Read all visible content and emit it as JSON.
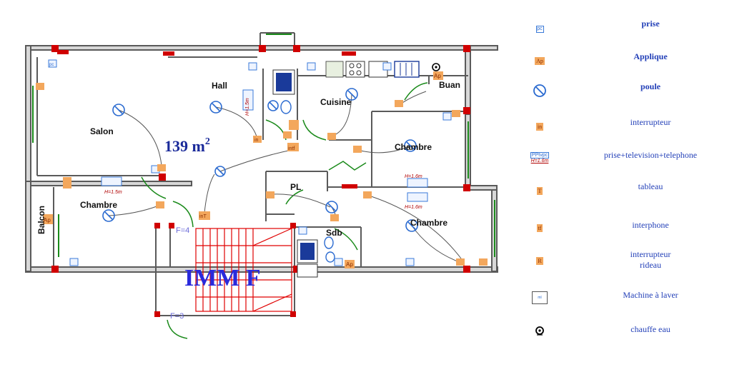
{
  "plan": {
    "rooms": {
      "salon": "Salon",
      "hall": "Hall",
      "cuisine": "Cuisine",
      "buan": "Buan",
      "chambre1": "Chambre",
      "chambre2": "Chambre",
      "chambre3": "Chambre",
      "balcon": "Balcon",
      "pl": "PL",
      "sdb": "Sdb"
    },
    "area": "139 m",
    "area_sup": "2",
    "building": "IMM F",
    "doors": {
      "f4": "F=4",
      "f3": "F=3"
    },
    "heights": {
      "h1": "H=1.5m",
      "h2": "H=1.6m",
      "h3": "H=1.6m",
      "h4": "H=1.5m"
    },
    "symbols": {
      "pc": "pc",
      "ap": "Ap",
      "in": "in",
      "intf": "intf",
      "int": "inT"
    }
  },
  "legend": [
    {
      "symbol": "pc",
      "label": "prise",
      "bold": true
    },
    {
      "symbol": "Ap",
      "label": "Applique",
      "bold": true
    },
    {
      "symbol": "poule",
      "label": "poule",
      "bold": true
    },
    {
      "symbol": "in",
      "label": "interrupteur",
      "bold": false
    },
    {
      "symbol": "combo",
      "sym_top": "PPtvpc",
      "sym_bottom": "H=1.6m",
      "label": "prise+television+telephone",
      "bold": false
    },
    {
      "symbol": "T",
      "label": "tableau",
      "bold": false
    },
    {
      "symbol": "tf",
      "label": "interphone",
      "bold": false
    },
    {
      "symbol": "R",
      "label": "interrupteur",
      "label2": "rideau",
      "bold": false
    },
    {
      "symbol": "ml",
      "label": "Machine à laver",
      "bold": false
    },
    {
      "symbol": "chauffe",
      "label": "chauffe eau",
      "bold": false
    }
  ],
  "colors": {
    "wall": "#5a5a5a",
    "column": "#d00000",
    "door": "#1a8a1a",
    "wire": "#555555",
    "light": "#2a6ad0",
    "chip": "#f3a75c",
    "stairs": "#e00000",
    "label": "#2340b8"
  }
}
